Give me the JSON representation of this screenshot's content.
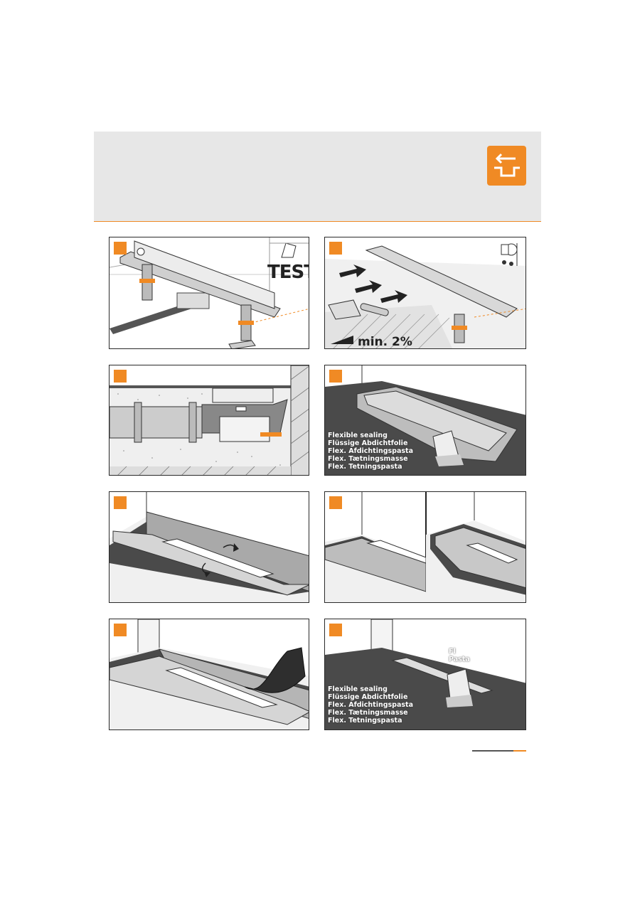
{
  "header": {
    "icon": "drain-channel-icon",
    "accent_color": "#f08a24"
  },
  "panels": {
    "p1": {
      "test_label": "TEST"
    },
    "p2": {
      "slope_label": "min. 2%"
    },
    "p4": {
      "sealing_lines": "Flexible sealing\nFlüssige Abdichtfolie\nFlex. Afdichtingspasta\nFlex. Tætningsmasse\nFlex. Tetningspasta"
    },
    "p8": {
      "sealing_lines": "Flexible sealing\nFlüssige Abdichtfolie\nFlex. Afdichtingspasta\nFlex. Tætningsmasse\nFlex. Tetningspasta",
      "partial_label": "Fl\nPasta"
    }
  }
}
